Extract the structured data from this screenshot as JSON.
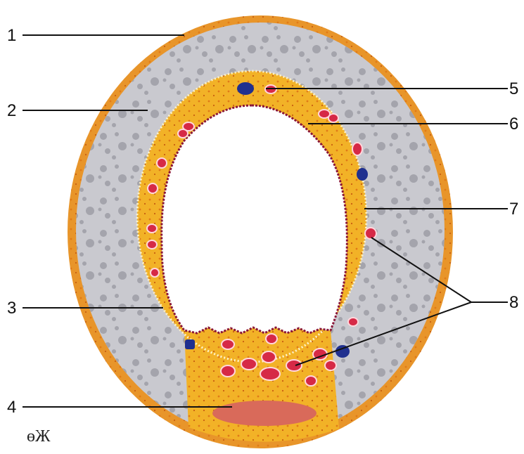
{
  "labels": {
    "l1": "1",
    "l2": "2",
    "l3": "3",
    "l4": "4",
    "l5": "5",
    "l6": "6",
    "l7": "7",
    "l8": "8"
  },
  "corner_mark": "өЖ",
  "colors": {
    "outer_layer": "#e8952a",
    "cartilage": "#c9c9cf",
    "cartilage_spots": "#9c9ca4",
    "submucosa": "#f2b227",
    "lumen": "#ffffff",
    "epithelium": "#8a1538",
    "vessel": "#d62946",
    "gland": "#20308f",
    "muscle": "#d96a5a"
  }
}
